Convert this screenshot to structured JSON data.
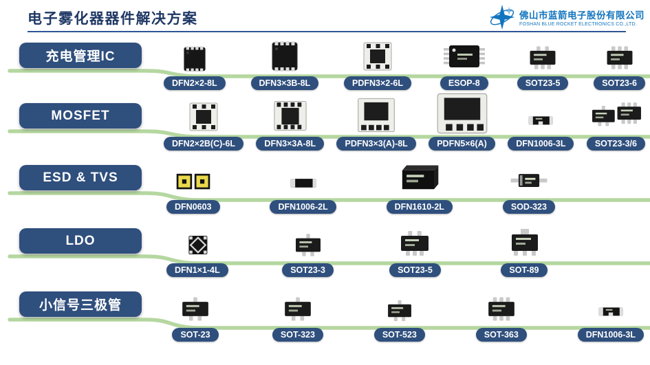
{
  "header": {
    "title": "电子雾化器器件解决方案",
    "company_cn": "佛山市蓝箭电子股份有限公司",
    "company_en": "FOSHAN BLUE ROCKET ELECTRONICS CO.,LTD."
  },
  "colors": {
    "title_blue": "#1f3864",
    "pill_blue": "#2f4f7d",
    "line_green": "#b5d7a0",
    "logo_blue": "#1274be"
  },
  "rows": [
    {
      "category": "充电管理IC",
      "items": [
        {
          "label": "DFN2×2-8L",
          "icon": "dfn-castellated-8l-icon"
        },
        {
          "label": "DFN3×3B-8L",
          "icon": "dfn-castellated-8l-icon"
        },
        {
          "label": "PDFN3×2-6L",
          "icon": "pdfn-bottom-6l-icon"
        },
        {
          "label": "ESOP-8",
          "icon": "esop-8-icon"
        },
        {
          "label": "SOT23-5",
          "icon": "sot23-5-icon"
        },
        {
          "label": "SOT23-6",
          "icon": "sot23-6-icon"
        }
      ]
    },
    {
      "category": "MOSFET",
      "items": [
        {
          "label": "DFN2×2B(C)-6L",
          "icon": "dfn-bottom-6l-icon"
        },
        {
          "label": "DFN3×3A-8L",
          "icon": "dfn-bottom-8l-icon"
        },
        {
          "label": "PDFN3×3(A)-8L",
          "icon": "pdfn-bottom-8l-icon"
        },
        {
          "label": "PDFN5×6(A)",
          "icon": "pdfn-5x6-icon"
        },
        {
          "label": "DFN1006-3L",
          "icon": "dfn1006-3l-icon"
        },
        {
          "label": "SOT23-3/6",
          "icon": "sot23-pair-icon"
        }
      ]
    },
    {
      "category": "ESD & TVS",
      "items": [
        {
          "label": "DFN0603",
          "icon": "dfn0603-icon"
        },
        {
          "label": "DFN1006-2L",
          "icon": "dfn1006-2l-icon"
        },
        {
          "label": "DFN1610-2L",
          "icon": "dfn1610-2l-icon"
        },
        {
          "label": "SOD-323",
          "icon": "sod-323-icon"
        }
      ]
    },
    {
      "category": "LDO",
      "items": [
        {
          "label": "DFN1×1-4L",
          "icon": "dfn1x1-4l-icon"
        },
        {
          "label": "SOT23-3",
          "icon": "sot23-3-icon"
        },
        {
          "label": "SOT23-5",
          "icon": "sot23-5-icon"
        },
        {
          "label": "SOT-89",
          "icon": "sot-89-icon"
        }
      ]
    },
    {
      "category": "小信号三极管",
      "items": [
        {
          "label": "SOT-23",
          "icon": "sot-23-icon"
        },
        {
          "label": "SOT-323",
          "icon": "sot-323-icon"
        },
        {
          "label": "SOT-523",
          "icon": "sot-523-icon"
        },
        {
          "label": "SOT-363",
          "icon": "sot-363-icon"
        },
        {
          "label": "DFN1006-3L",
          "icon": "dfn1006-3l-icon"
        }
      ]
    }
  ]
}
